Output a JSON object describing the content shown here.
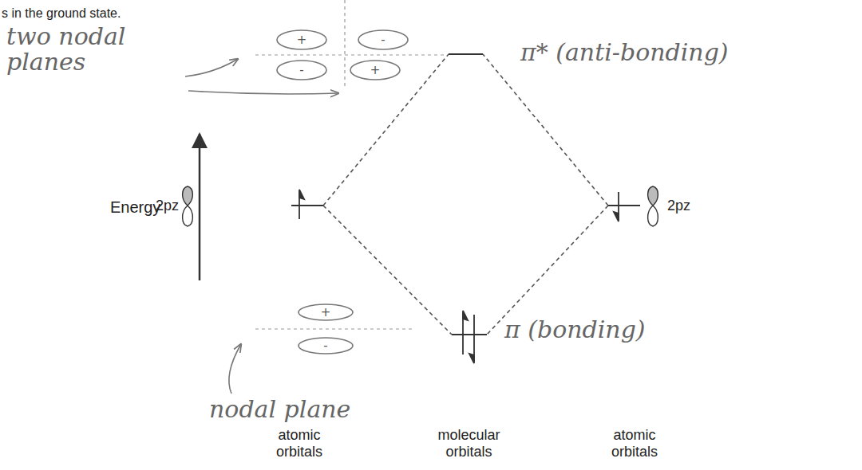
{
  "diagram": {
    "nodes": [
      {
        "text": [
          "+"
        ]
      },
      {
        "text": [
          "-"
        ]
      },
      {
        "text": [
          "-"
        ]
      },
      {
        "text": [
          "+"
        ]
      },
      {
        "text": [
          "+"
        ]
      },
      {
        "text": [
          "-"
        ]
      }
    ],
    "labels": [
      "s in the ground state.",
      "two nodal planes",
      "π* (anti-bonding)",
      "Energy",
      "2pz",
      "2pz",
      "π (bonding)",
      "nodal plane",
      "atomic orbitals",
      "molecular orbitals",
      "atomic orbitals"
    ]
  }
}
